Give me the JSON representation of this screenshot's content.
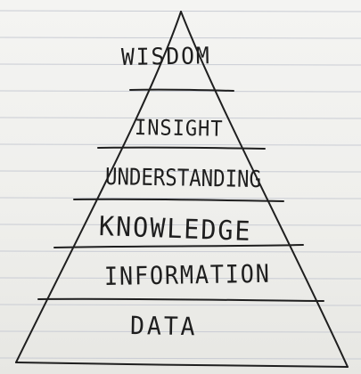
{
  "diagram": {
    "levels": [
      {
        "label": "WISDOM"
      },
      {
        "label": "INSIGHT"
      },
      {
        "label": "UNDERSTANDING"
      },
      {
        "label": "KNOWLEDGE"
      },
      {
        "label": "INFORMATION"
      },
      {
        "label": "DATA"
      }
    ]
  },
  "colors": {
    "paper": "#f1f1ef",
    "ruled_line": "#c9ccd4",
    "ink": "#1f1f1f"
  }
}
